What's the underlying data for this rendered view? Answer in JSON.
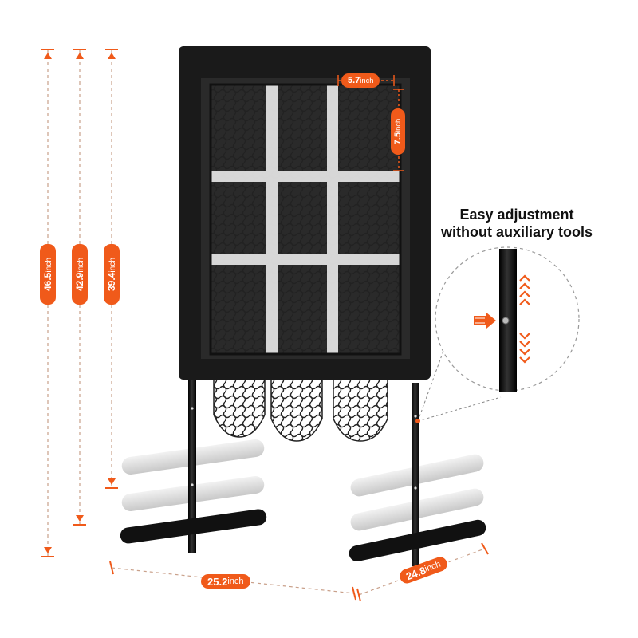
{
  "caption": {
    "line1": "Easy adjustment",
    "line2": "without auxiliary tools"
  },
  "dimensions": {
    "height_total": {
      "value": "46.5",
      "unit": "inch"
    },
    "height_mid": {
      "value": "42.9",
      "unit": "inch"
    },
    "height_low": {
      "value": "39.4",
      "unit": "inch"
    },
    "cell_width": {
      "value": "5.7",
      "unit": "inch"
    },
    "cell_height": {
      "value": "7.5",
      "unit": "inch"
    },
    "base_width": {
      "value": "25.2",
      "unit": "inch"
    },
    "base_depth": {
      "value": "24.8",
      "unit": "inch"
    }
  },
  "colors": {
    "accent": "#f05a1a",
    "frame": "#1a1a1a",
    "dash": "#c9a08a"
  }
}
